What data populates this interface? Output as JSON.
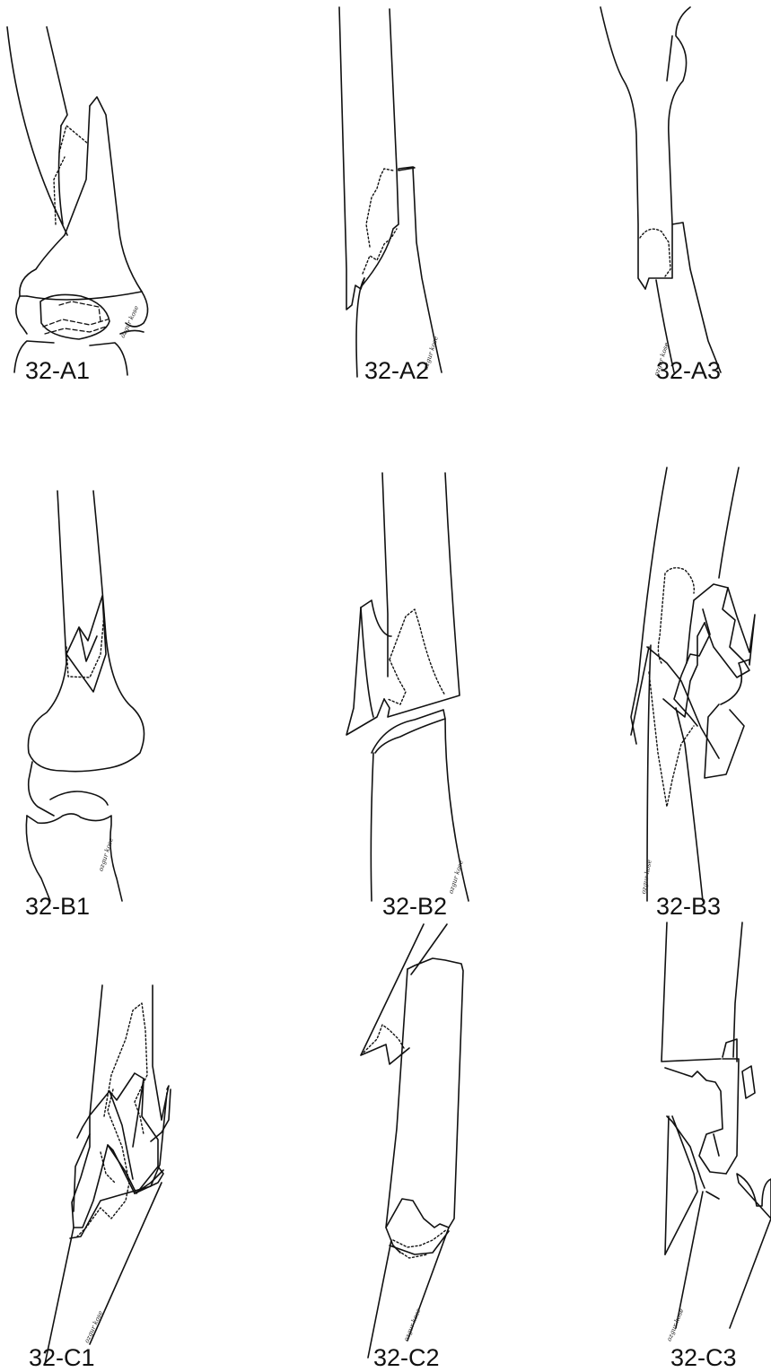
{
  "panels": [
    {
      "id": "a1",
      "label": "32-A1"
    },
    {
      "id": "a2",
      "label": "32-A2"
    },
    {
      "id": "a3",
      "label": "32-A3"
    },
    {
      "id": "b1",
      "label": "32-B1"
    },
    {
      "id": "b2",
      "label": "32-B2"
    },
    {
      "id": "b3",
      "label": "32-B3"
    },
    {
      "id": "c1",
      "label": "32-C1"
    },
    {
      "id": "c2",
      "label": "32-C2"
    },
    {
      "id": "c3",
      "label": "32-C3"
    }
  ],
  "artist_signature": "ozgur kose",
  "colors": {
    "line": "#111111",
    "background": "#ffffff"
  }
}
